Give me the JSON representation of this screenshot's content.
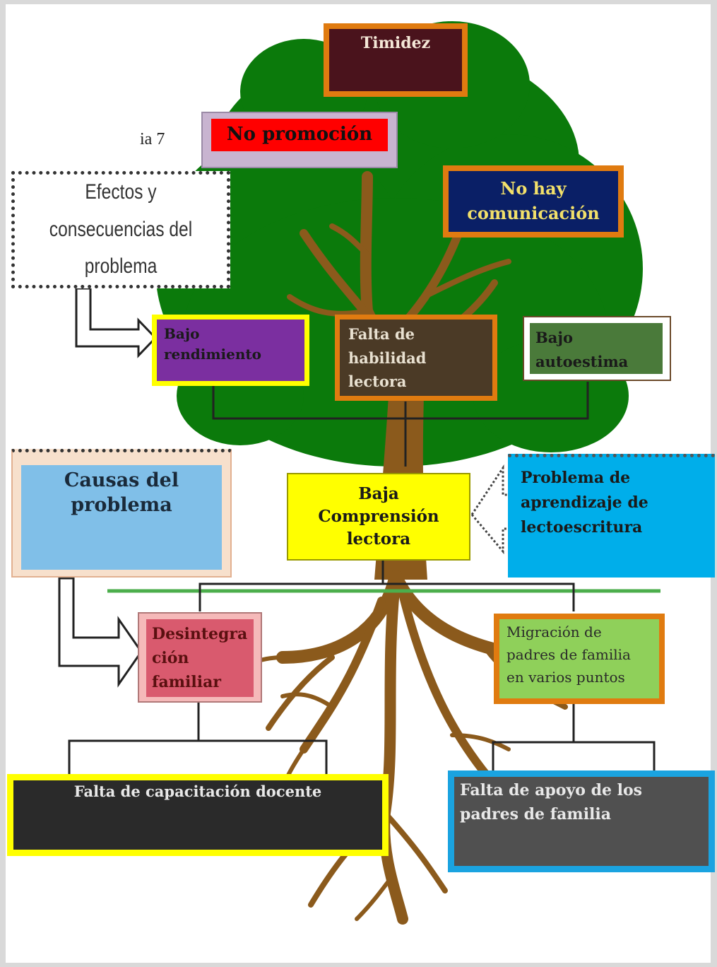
{
  "diagram": {
    "top_effects": {
      "timidez": "Timidez",
      "no_promocion": "No promoción",
      "no_comunicacion": "No hay comunicación"
    },
    "stray_label": "ia 7",
    "effects_label": "Efectos y consecuencias del problema",
    "mid_effects": {
      "bajo_rendimiento": "Bajo rendimiento",
      "falta_habilidad": "Falta de habilidad lectora",
      "bajo_autoestima": "Bajo autoestima"
    },
    "central_problem": "Baja Comprensión lectora",
    "side_problem": "Problema de aprendizaje de lectoescritura",
    "causes_label": "Causas del problema",
    "causes": {
      "desintegracion": "Desintegra ción familiar",
      "migracion": "Migración de padres de familia en varios puntos",
      "capacitacion": "Falta de capacitación docente",
      "apoyo_padres": "Falta de apoyo de los padres de familia"
    },
    "colors": {
      "crown": "#0b7a0b",
      "trunk": "#8b5a1c",
      "orange_border": "#e07b10",
      "yellow_border": "#ffff00"
    }
  }
}
